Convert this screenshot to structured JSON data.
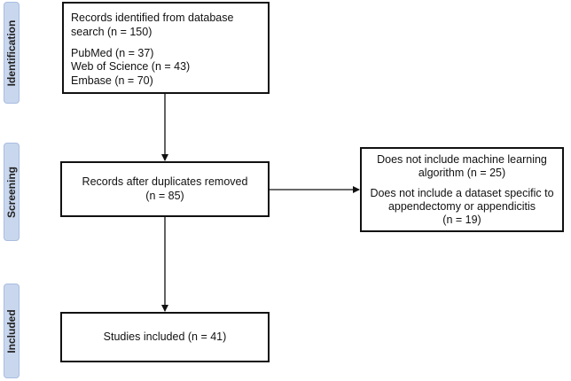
{
  "stages": {
    "identification": "Identification",
    "screening": "Screening",
    "included": "Included"
  },
  "identification_box": {
    "line1": "Records identified from database",
    "line2": "search (n = 150)",
    "sources": [
      "PubMed (n = 37)",
      "Web of Science (n = 43)",
      "Embase (n = 70)"
    ]
  },
  "screening_box": {
    "line1": "Records after duplicates removed",
    "line2": "(n = 85)"
  },
  "exclusion_box": {
    "lines": [
      "Does not include machine learning",
      "algorithm (n = 25)",
      "Does not include a dataset specific to",
      "appendectomy or appendicitis",
      "(n = 19)"
    ]
  },
  "included_box": {
    "line1": "Studies included (n = 41)"
  },
  "colors": {
    "stage_tab_fill": "#c9d7ee",
    "stage_tab_border": "#a9bde0",
    "box_border": "#111111"
  }
}
